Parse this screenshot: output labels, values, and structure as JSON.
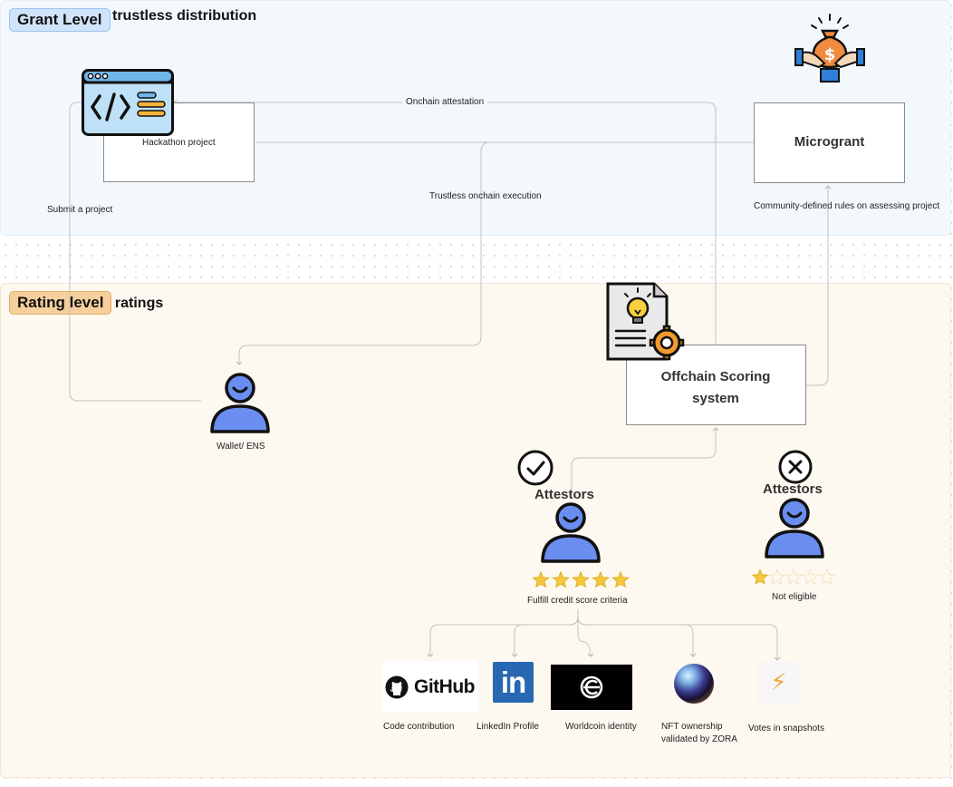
{
  "grant_section": {
    "tag": "Grant Level",
    "title": "trustless distribution"
  },
  "rating_section": {
    "tag": "Rating level",
    "title": "l ratings"
  },
  "nodes": {
    "hackathon": "Hackathon project",
    "microgrant": "Microgrant",
    "offchain_line1": "Offchain Scoring",
    "offchain_line2": "system",
    "wallet": "Wallet/ ENS"
  },
  "edges": {
    "onchain_attestation": "Onchain attestation",
    "trustless_execution": "Trustless onchain execution",
    "submit_project": "Submit a project",
    "community_rules": "Community-defined rules on assessing project"
  },
  "attestors": {
    "eligible": {
      "title": "Attestors",
      "caption": "Fulfill credit score criteria",
      "stars_filled": 5,
      "stars_total": 5
    },
    "ineligible": {
      "title": "Attestors",
      "caption": "Not eligible",
      "stars_filled": 1,
      "stars_total": 5
    }
  },
  "sources": [
    {
      "logo_text": "GitHub",
      "caption": "Code contribution"
    },
    {
      "logo_text": "in",
      "caption": "LinkedIn Profile"
    },
    {
      "logo_text": "",
      "caption": "Worldcoin identity"
    },
    {
      "logo_text": "",
      "caption_line1": "NFT ownership",
      "caption_line2": "validated by ZORA"
    },
    {
      "logo_text": "⚡",
      "caption": "Votes in snapshots"
    }
  ],
  "colors": {
    "grant_bg": "#f3f8fd",
    "rating_bg": "#fdf8f0",
    "user_blue": "#6a8df0",
    "star_yellow": "#f4c93c",
    "line_gray": "#b9b9b9"
  }
}
